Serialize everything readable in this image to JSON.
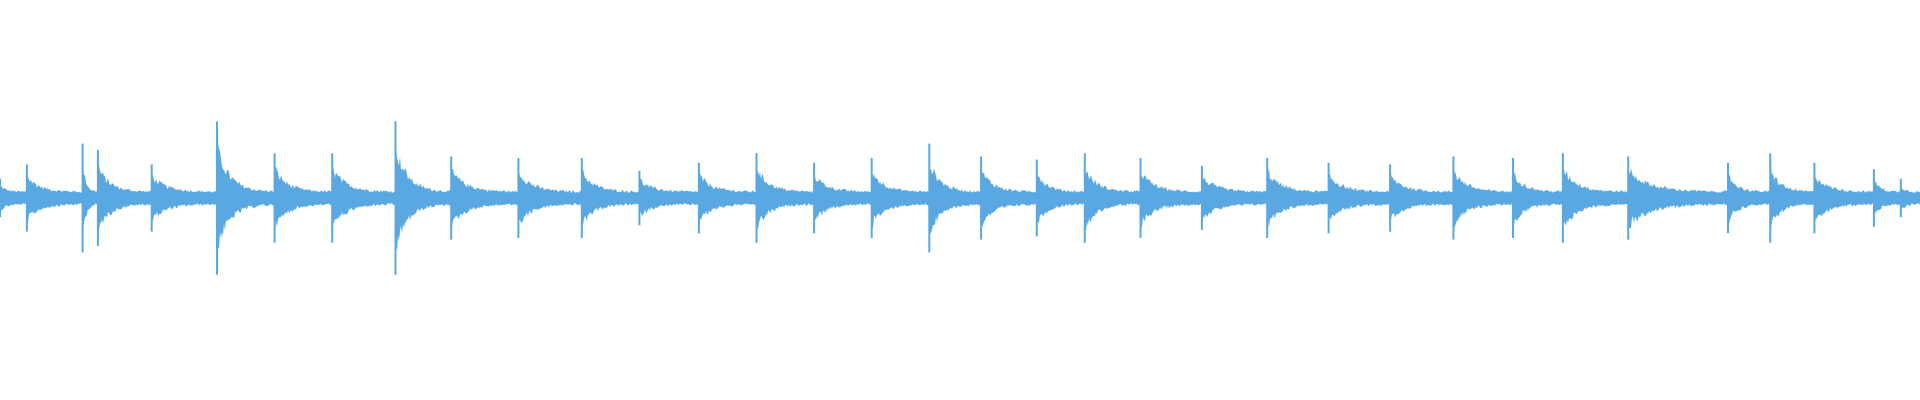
{
  "waveform": {
    "color": "#5aa8e2",
    "background": "#ffffff",
    "onsets": [
      0.0,
      0.014,
      0.043,
      0.051,
      0.079,
      0.113,
      0.143,
      0.173,
      0.206,
      0.235,
      0.27,
      0.303,
      0.333,
      0.364,
      0.394,
      0.424,
      0.454,
      0.484,
      0.511,
      0.54,
      0.565,
      0.594,
      0.626,
      0.66,
      0.692,
      0.724,
      0.757,
      0.788,
      0.814,
      0.848,
      0.9,
      0.922,
      0.945,
      0.976,
      0.99
    ],
    "onset_peak_amplitudes": [
      0.12,
      0.21,
      0.34,
      0.3,
      0.21,
      0.48,
      0.28,
      0.28,
      0.48,
      0.26,
      0.25,
      0.25,
      0.17,
      0.22,
      0.28,
      0.22,
      0.25,
      0.34,
      0.26,
      0.24,
      0.28,
      0.25,
      0.2,
      0.25,
      0.22,
      0.21,
      0.26,
      0.25,
      0.28,
      0.26,
      0.22,
      0.28,
      0.22,
      0.18,
      0.12
    ]
  }
}
